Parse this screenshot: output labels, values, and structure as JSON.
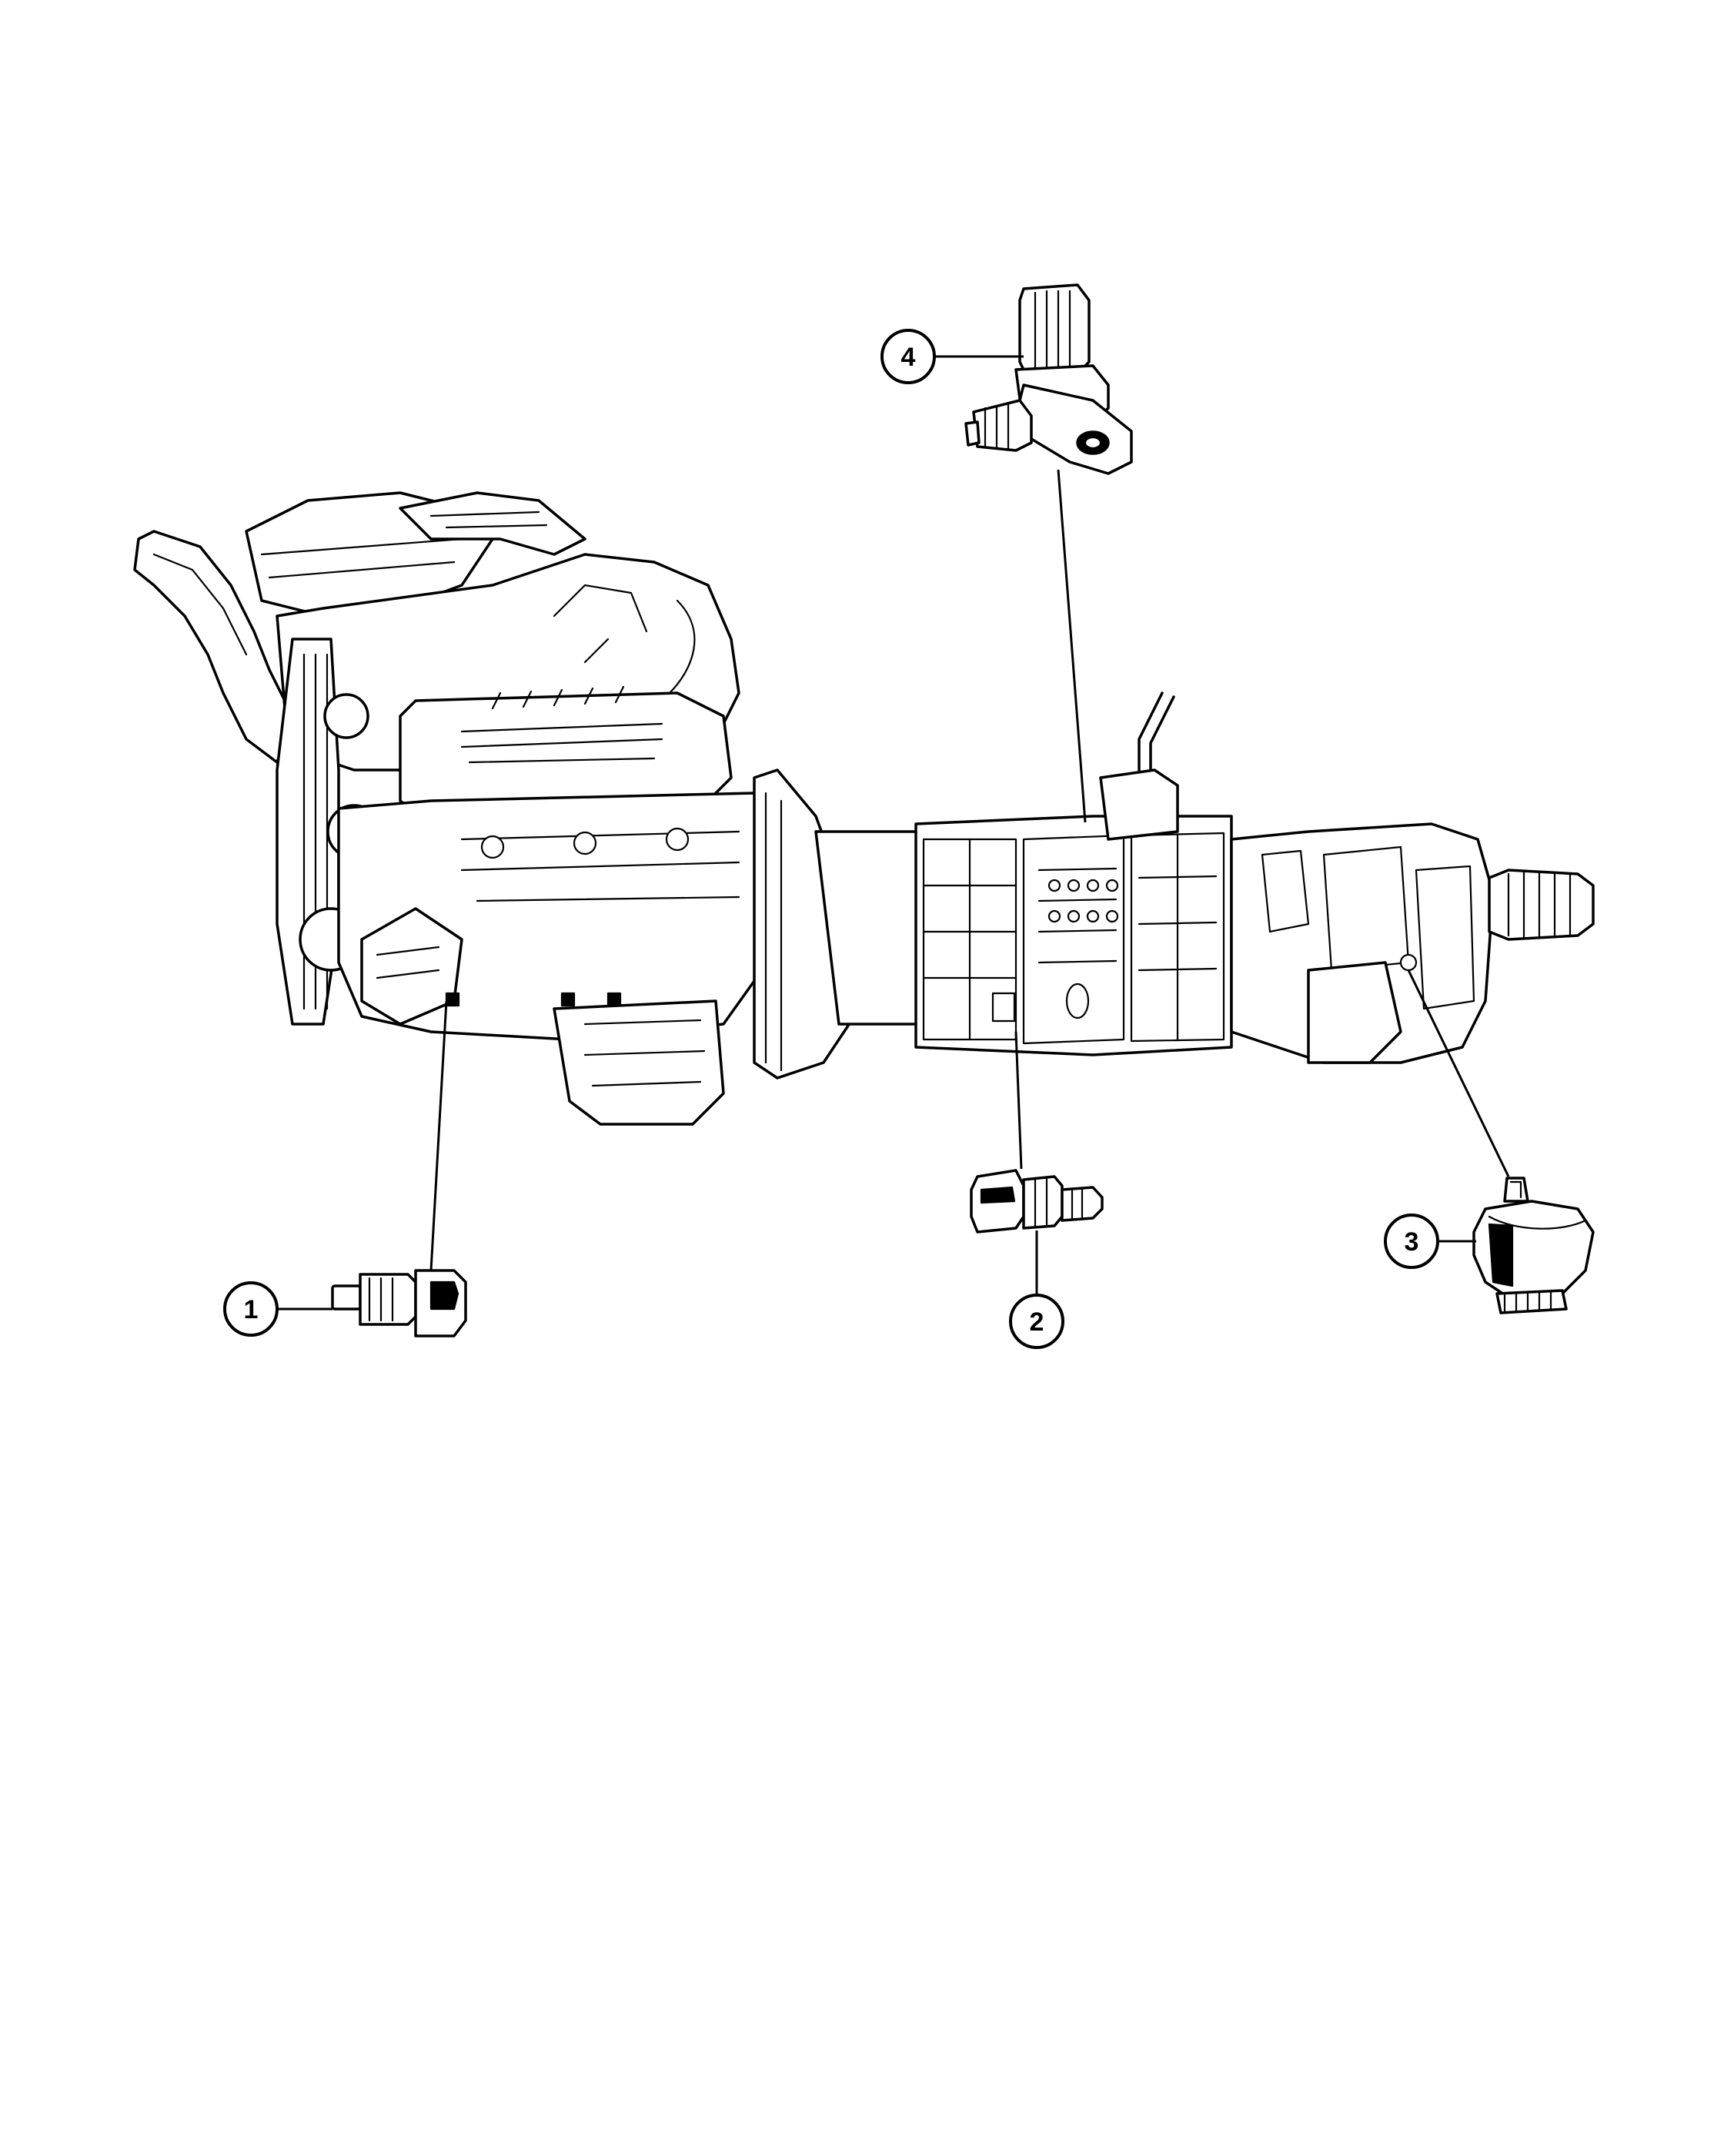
{
  "callouts": [
    {
      "id": "1",
      "label": "1"
    },
    {
      "id": "2",
      "label": "2"
    },
    {
      "id": "3",
      "label": "3"
    },
    {
      "id": "4",
      "label": "4"
    }
  ],
  "colors": {
    "stroke": "#000000",
    "background": "#ffffff"
  }
}
